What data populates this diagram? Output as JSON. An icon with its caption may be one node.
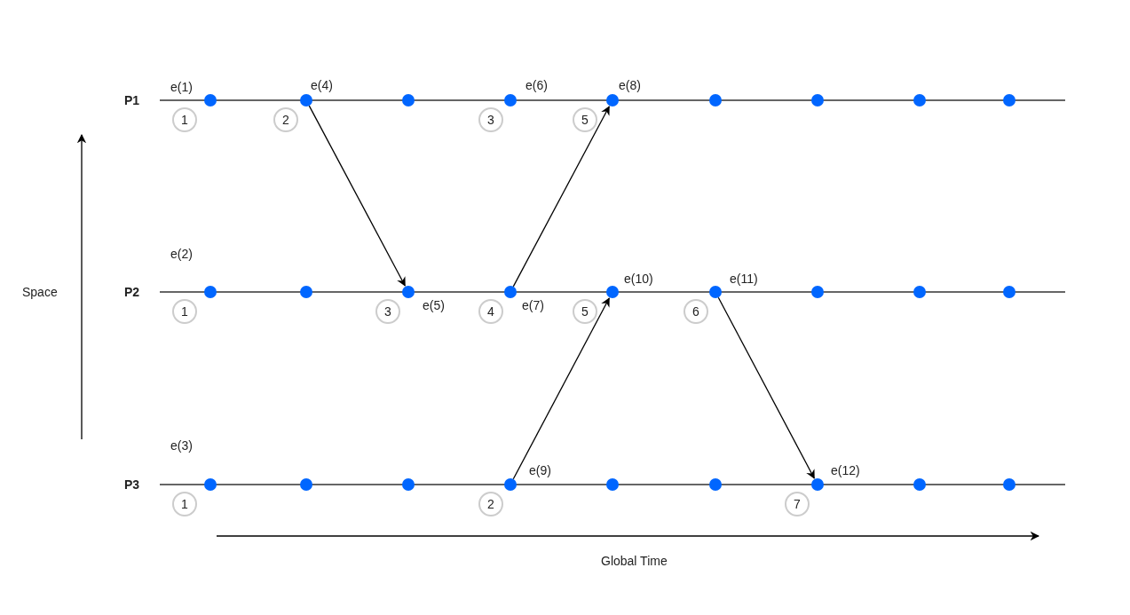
{
  "diagram": {
    "nodes": [
      {
        "text": [],
        "shape": "circle",
        "beside": [
          "e(1)"
        ]
      },
      {
        "text": [],
        "shape": "circle",
        "beside": [
          "e(4)"
        ]
      },
      {
        "text": [],
        "shape": "circle"
      },
      {
        "text": [],
        "shape": "circle",
        "beside": [
          "e(6)"
        ]
      },
      {
        "text": [],
        "shape": "circle",
        "beside": [
          "e(8)"
        ]
      },
      {
        "text": [],
        "shape": "circle"
      },
      {
        "text": [],
        "shape": "circle"
      },
      {
        "text": [],
        "shape": "circle"
      },
      {
        "text": [],
        "shape": "circle"
      },
      {
        "text": [],
        "shape": "circle",
        "beside": [
          "e(2)"
        ]
      },
      {
        "text": [],
        "shape": "circle"
      },
      {
        "text": [],
        "shape": "circle",
        "beside": [
          "e(5)"
        ]
      },
      {
        "text": [],
        "shape": "circle",
        "beside": [
          "e(7)"
        ]
      },
      {
        "text": [],
        "shape": "circle",
        "beside": [
          "e(10)"
        ]
      },
      {
        "text": [],
        "shape": "circle",
        "beside": [
          "e(11)"
        ]
      },
      {
        "text": [],
        "shape": "circle"
      },
      {
        "text": [],
        "shape": "circle"
      },
      {
        "text": [],
        "shape": "circle"
      },
      {
        "text": [],
        "shape": "circle",
        "beside": [
          "e(3)"
        ]
      },
      {
        "text": [],
        "shape": "circle"
      },
      {
        "text": [],
        "shape": "circle"
      },
      {
        "text": [],
        "shape": "circle",
        "beside": [
          "e(9)"
        ]
      },
      {
        "text": [],
        "shape": "circle"
      },
      {
        "text": [],
        "shape": "circle"
      },
      {
        "text": [],
        "shape": "circle",
        "beside": [
          "e(12)"
        ]
      },
      {
        "text": [],
        "shape": "circle"
      },
      {
        "text": [],
        "shape": "circle"
      },
      {
        "text": [
          "1"
        ]
      },
      {
        "text": [
          "2"
        ]
      },
      {
        "text": [
          "3"
        ]
      },
      {
        "text": [
          "5"
        ]
      },
      {
        "text": [
          "1"
        ]
      },
      {
        "text": [
          "3"
        ]
      },
      {
        "text": [
          "4"
        ]
      },
      {
        "text": [
          "5"
        ]
      },
      {
        "text": [
          "6"
        ]
      },
      {
        "text": [
          "1"
        ]
      },
      {
        "text": [
          "2"
        ]
      },
      {
        "text": [
          "7"
        ]
      }
    ],
    "edges": [
      {
        "from": 1,
        "to": 11,
        "arrow": "to"
      },
      {
        "from": 12,
        "to": 4,
        "arrow": "to"
      },
      {
        "from": 21,
        "to": 13,
        "arrow": "to"
      },
      {
        "from": 14,
        "to": 24,
        "arrow": "to"
      }
    ],
    "labels": [
      "P1",
      "Space",
      "P2",
      "P3",
      "Global Time"
    ]
  }
}
